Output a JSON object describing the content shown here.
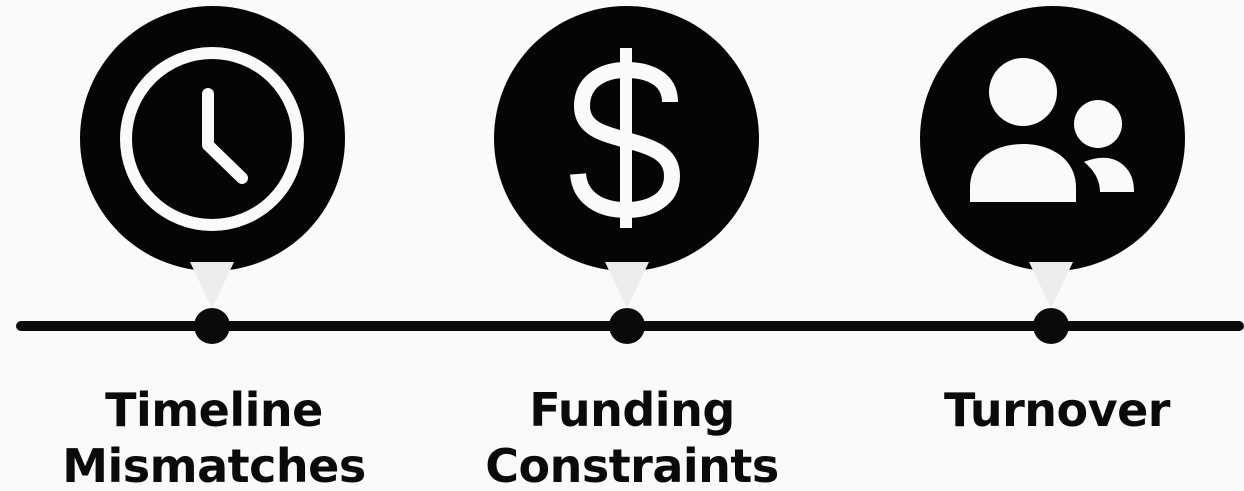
{
  "timeline": {
    "items": [
      {
        "icon": "clock-icon",
        "label_line1": "Timeline",
        "label_line2": "Mismatches"
      },
      {
        "icon": "dollar-icon",
        "label_line1": "Funding",
        "label_line2": "Constraints"
      },
      {
        "icon": "users-icon",
        "label_line1": "Turnover",
        "label_line2": ""
      }
    ]
  },
  "colors": {
    "icon_background": "#050505",
    "icon_foreground": "#fafafa",
    "line": "#0a0a0a",
    "page_background": "#fafafa"
  }
}
